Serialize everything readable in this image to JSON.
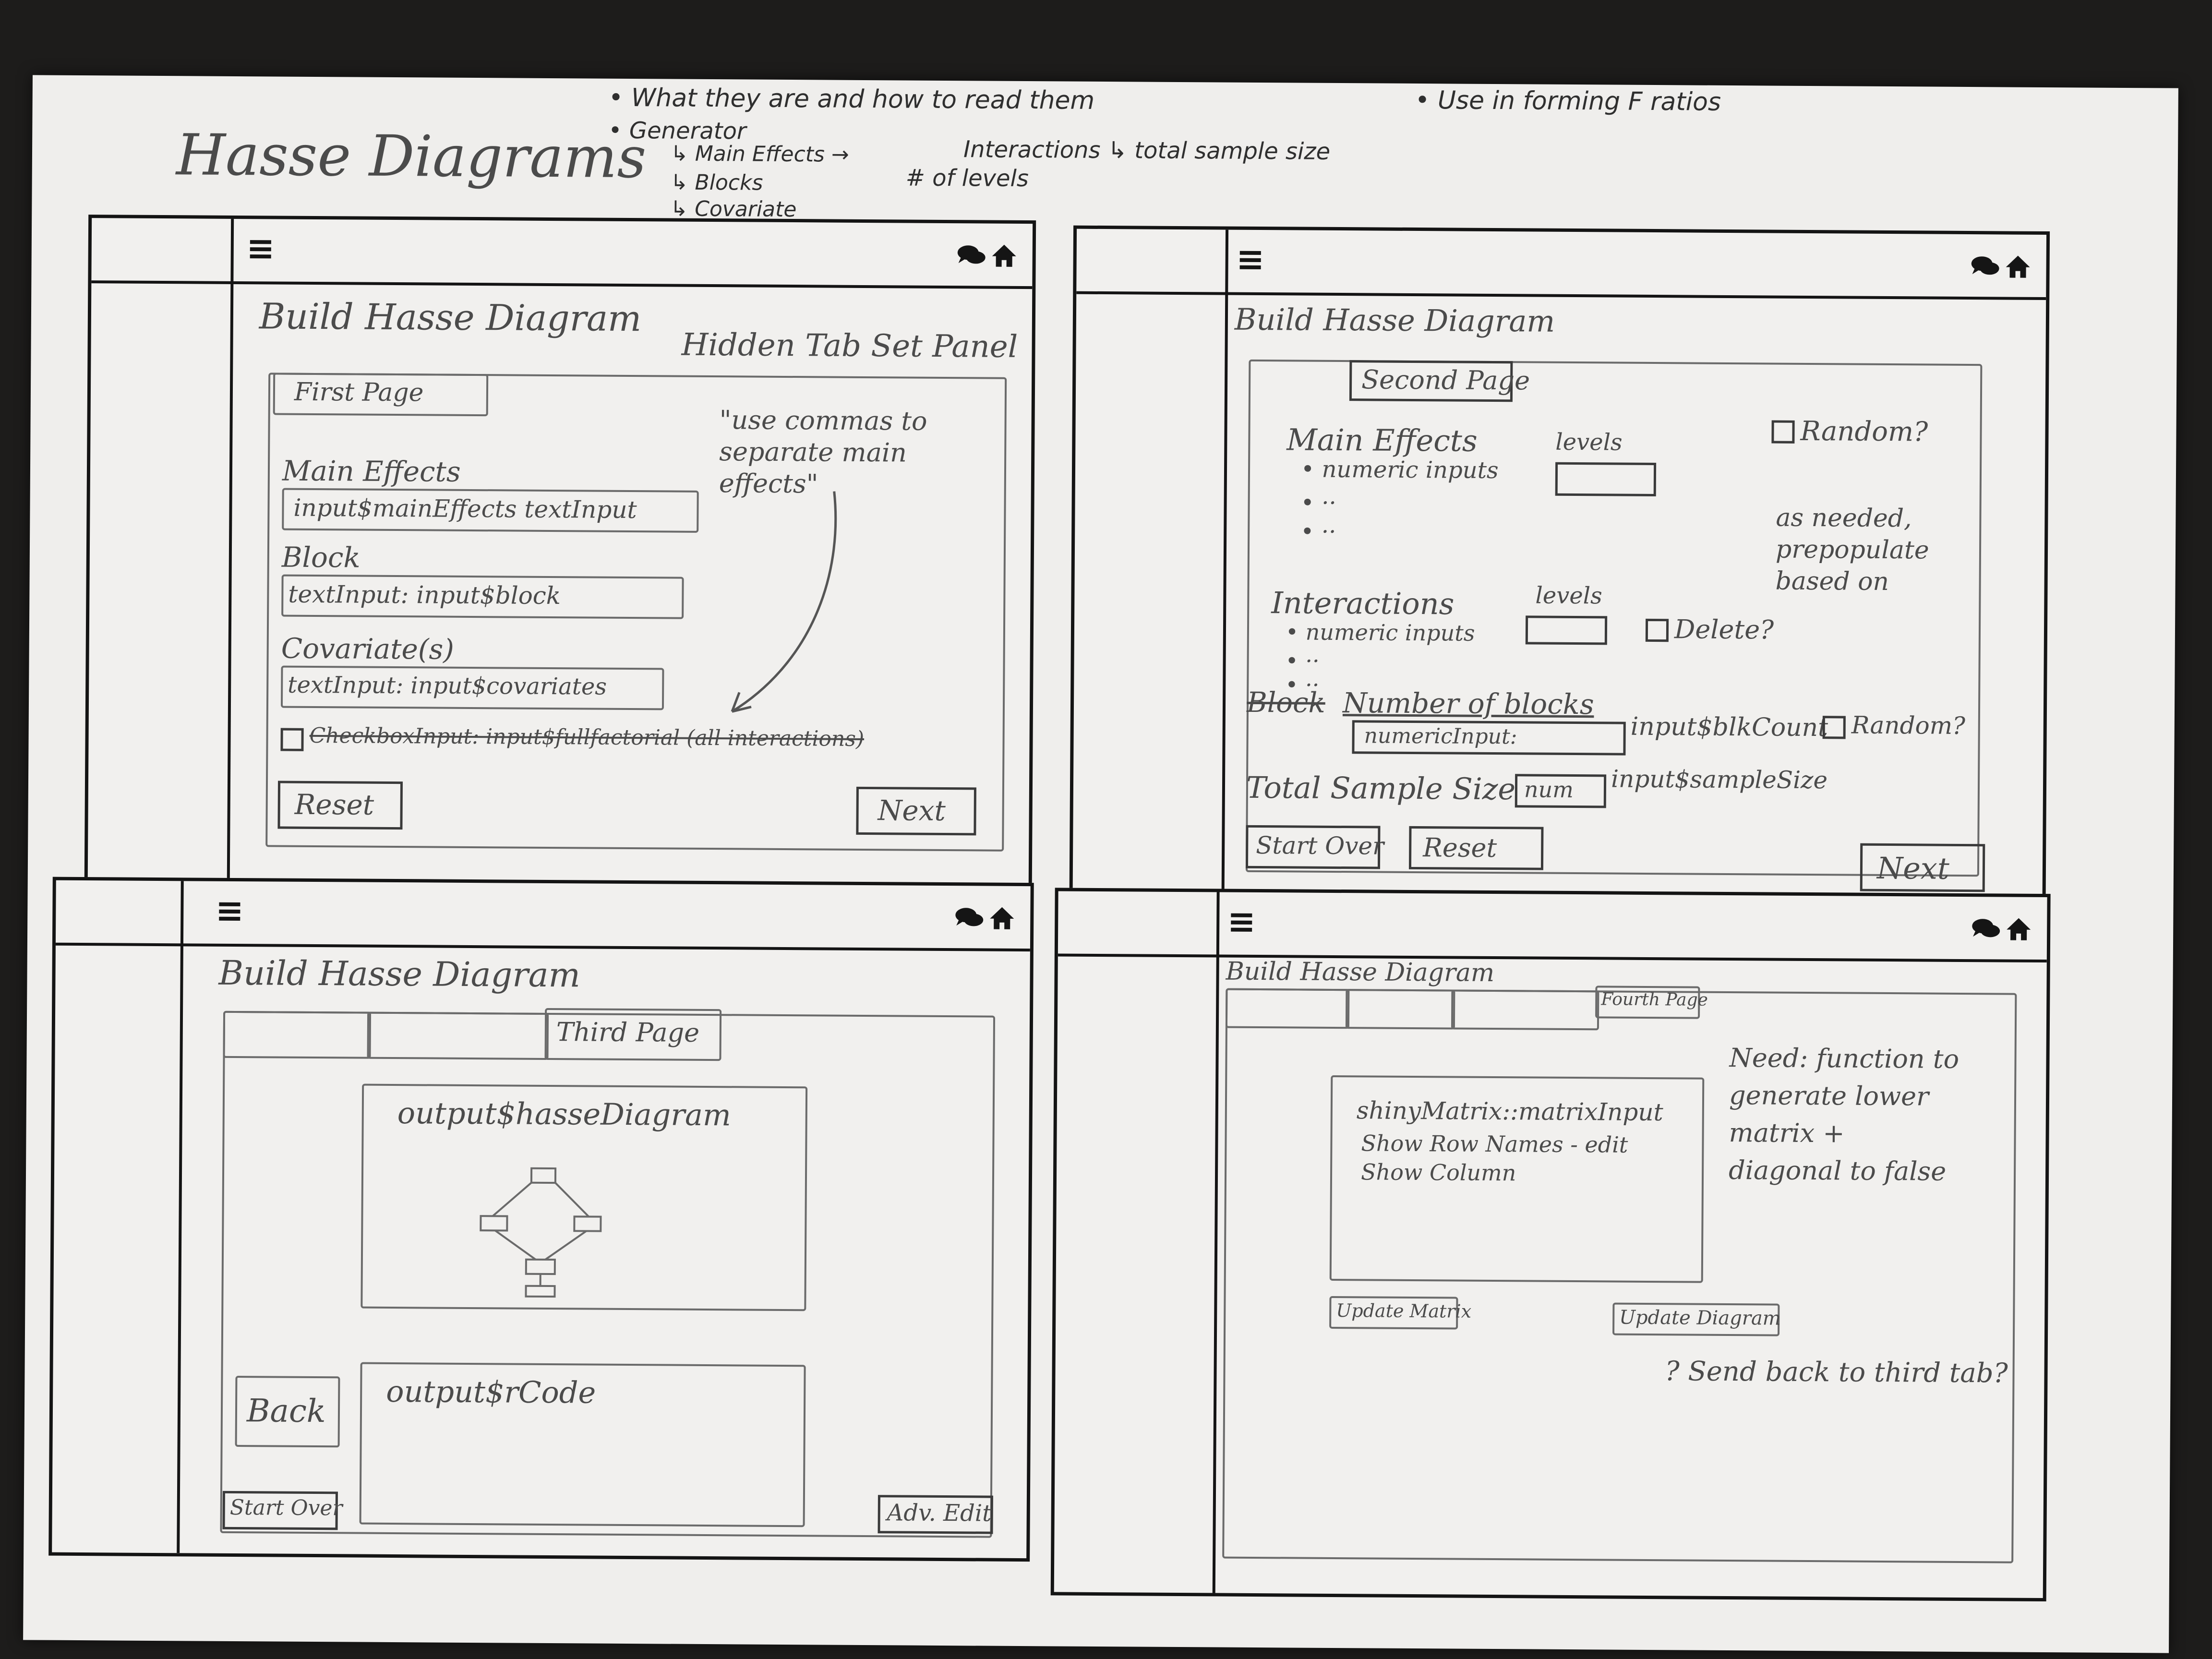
{
  "header": {
    "title": "Hasse Diagrams",
    "notes": [
      "What they are and how to read them",
      "Generator",
      "Main Effects",
      "Blocks",
      "Covariate",
      "Interactions",
      "total sample size",
      "# of levels",
      "Use in forming F ratios"
    ]
  },
  "panel1": {
    "title": "Build Hasse Diagram",
    "hidden_label": "Hidden Tab Set Panel",
    "tab": "First Page",
    "note": "\"use commas to separate main effects\"",
    "main_effects_label": "Main Effects",
    "main_effects_input": "input$mainEffects  textInput",
    "block_label": "Block",
    "block_input": "textInput: input$block",
    "covariate_label": "Covariate(s)",
    "covariate_input": "textInput: input$covariates",
    "checkbox_label": "CheckboxInput: input$fullfactorial (all interactions)",
    "reset": "Reset",
    "next": "Next"
  },
  "panel2": {
    "title": "Build Hasse Diagram",
    "tab": "Second Page",
    "main_effects_label": "Main Effects",
    "numeric_inputs": "numeric inputs",
    "levels": "levels",
    "random": "Random?",
    "as_needed_note": "as needed, prepopulate based on",
    "interactions_label": "Interactions",
    "interactions_levels": "levels",
    "delete": "Delete?",
    "block_label": "Block",
    "number_of_blocks": "Number of blocks",
    "numeric_input": "numericInput:",
    "blk_count": "input$blkCount",
    "random2": "Random?",
    "total_sample_size": "Total Sample Size",
    "num": "num",
    "sample_size_input": "input$sampleSize",
    "start_over": "Start Over",
    "reset": "Reset",
    "next": "Next"
  },
  "panel3": {
    "title": "Build Hasse Diagram",
    "tab": "Third Page",
    "diagram_label": "output$hasseDiagram",
    "code_label": "output$rCode",
    "back": "Back",
    "start_over": "Start Over",
    "adv_edit": "Adv. Edit"
  },
  "panel4": {
    "title": "Build Hasse Diagram",
    "tab": "Fourth Page",
    "matrix_line1": "shinyMatrix::matrixInput",
    "matrix_line2": "Show Row Names - edit",
    "matrix_line3": "Show Column",
    "need_note": "Need: function to generate lower matrix + diagonal to false",
    "update_matrix": "Update Matrix",
    "update_diagram": "Update Diagram",
    "send_back": "? Send back to third tab?"
  },
  "icon_color": "#151515"
}
